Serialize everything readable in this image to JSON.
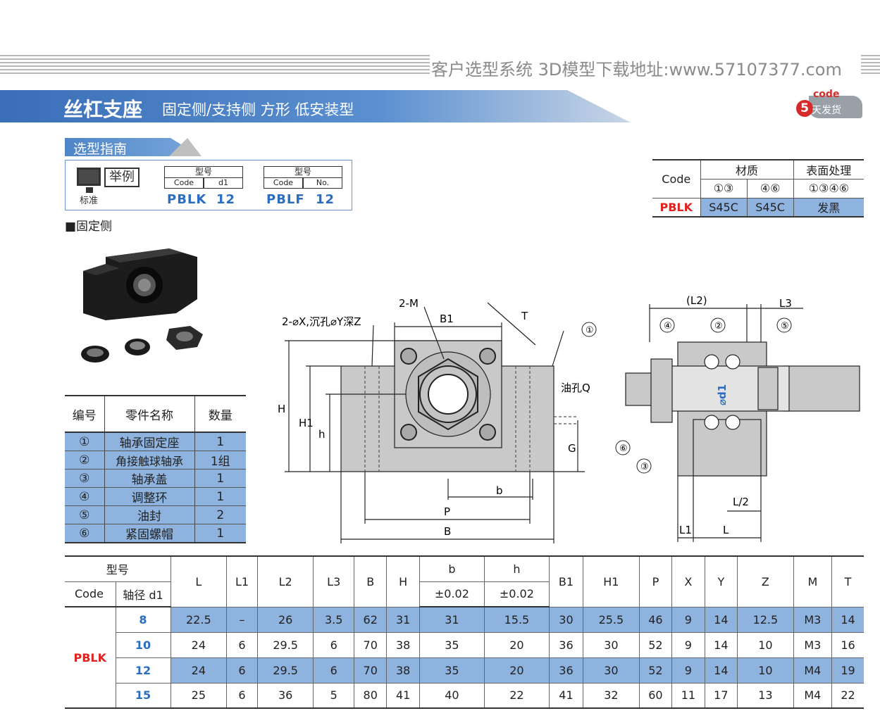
{
  "banner": {
    "text": "客户选型系统 3D模型下载地址:www.57107377.com"
  },
  "title": {
    "main": "丝杠支座",
    "sub": "固定侧/支持侧 方形 低安装型"
  },
  "badge": {
    "code": "code",
    "number": "5",
    "days": "天发货"
  },
  "guide": {
    "tab_label": "选型指南",
    "example": "举例",
    "standard": "标准",
    "box1": {
      "header": "型号",
      "col1": "Code",
      "col2": "d1",
      "value1": "PBLK",
      "value2": "12"
    },
    "box2": {
      "header": "型号",
      "col1": "Code",
      "col2": "No.",
      "value1": "PBLF",
      "value2": "12"
    }
  },
  "material_table": {
    "code_label": "Code",
    "material_label": "材质",
    "surface_label": "表面处理",
    "sub1": "①③",
    "sub2": "④⑥",
    "sub3": "①③④⑥",
    "row_code": "PBLK",
    "mat1": "S45C",
    "mat2": "S45C",
    "surface": "发黑"
  },
  "section_label": "■固定侧",
  "parts_table": {
    "headers": [
      "编号",
      "零件名称",
      "数量"
    ],
    "rows": [
      {
        "no": "①",
        "name": "轴承固定座",
        "qty": "1"
      },
      {
        "no": "②",
        "name": "角接触球轴承",
        "qty": "1组"
      },
      {
        "no": "③",
        "name": "轴承盖",
        "qty": "1"
      },
      {
        "no": "④",
        "name": "调整环",
        "qty": "1"
      },
      {
        "no": "⑤",
        "name": "油封",
        "qty": "2"
      },
      {
        "no": "⑥",
        "name": "紧固螺帽",
        "qty": "1"
      }
    ]
  },
  "drawing": {
    "hole_note": "2-⌀X,沉孔⌀Y深Z",
    "m_note": "2-M",
    "oil_note": "油孔Q",
    "labels": {
      "B1": "B1",
      "T": "T",
      "H": "H",
      "H1": "H1",
      "h": "h",
      "G": "G",
      "b": "b",
      "P": "P",
      "B": "B",
      "L2": "(L2)",
      "L3": "L3",
      "d1": "⌀d1",
      "L_half": "L/2",
      "L1": "L1",
      "L": "L"
    },
    "callouts": [
      "①",
      "②",
      "③",
      "④",
      "⑤",
      "⑥"
    ]
  },
  "dims_table": {
    "model_label": "型号",
    "code_label": "Code",
    "shaft_label": "轴径 d1",
    "columns": [
      "L",
      "L1",
      "L2",
      "L3",
      "B",
      "H",
      "b",
      "h",
      "B1",
      "H1",
      "P",
      "X",
      "Y",
      "Z",
      "M",
      "T"
    ],
    "tolerance_b": "±0.02",
    "tolerance_h": "±0.02",
    "code": "PBLK",
    "rows": [
      {
        "d1": "8",
        "vals": [
          "22.5",
          "–",
          "26",
          "3.5",
          "62",
          "31",
          "31",
          "15.5",
          "30",
          "25.5",
          "46",
          "9",
          "14",
          "12.5",
          "M3",
          "14"
        ]
      },
      {
        "d1": "10",
        "vals": [
          "24",
          "6",
          "29.5",
          "6",
          "70",
          "38",
          "35",
          "20",
          "36",
          "30",
          "52",
          "9",
          "14",
          "10",
          "M3",
          "16"
        ]
      },
      {
        "d1": "12",
        "vals": [
          "24",
          "6",
          "29.5",
          "6",
          "70",
          "38",
          "35",
          "20",
          "36",
          "30",
          "52",
          "9",
          "14",
          "10",
          "M4",
          "19"
        ]
      },
      {
        "d1": "15",
        "vals": [
          "25",
          "6",
          "36",
          "5",
          "80",
          "41",
          "40",
          "22",
          "41",
          "32",
          "60",
          "11",
          "17",
          "13",
          "M4",
          "22"
        ]
      }
    ]
  }
}
